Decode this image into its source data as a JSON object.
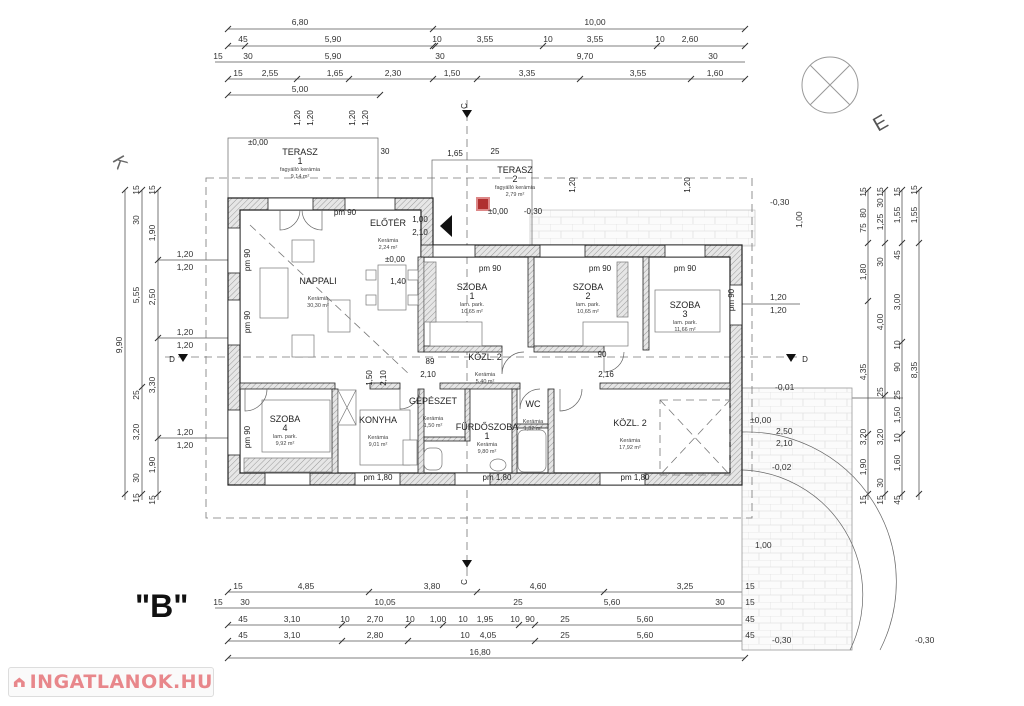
{
  "plan_label": "\"B\"",
  "logo_text": "INGATLANOK.HU",
  "colors": {
    "logo": "#e8878b",
    "chimney": "#b03030"
  },
  "dimensions": {
    "top_row1": [
      "6,80",
      "10,00"
    ],
    "top_row2": [
      "45",
      "5,90",
      "10",
      "3,55",
      "10",
      "3,55",
      "10",
      "2,60"
    ],
    "top_row3": [
      "15",
      "30",
      "5,90",
      "30",
      "9,70",
      "30"
    ],
    "top_row4": [
      "15",
      "2,55",
      "1,65",
      "2,30",
      "1,50",
      "3,35",
      "3,55",
      "1,60"
    ],
    "top_row5": [
      "5,00"
    ],
    "bottom_row1": [
      "15",
      "4,85",
      "3,80",
      "4,60",
      "3,25",
      "15"
    ],
    "bottom_row2": [
      "15",
      "30",
      "10,05",
      "25",
      "5,60",
      "30",
      "15"
    ],
    "bottom_row3": [
      "45",
      "3,10",
      "10",
      "2,70",
      "10",
      "1,00",
      "10",
      "1,95",
      "10",
      "90",
      "25",
      "5,60",
      "45"
    ],
    "bottom_row4": [
      "45",
      "3,10",
      "2,80",
      "10",
      "4,05",
      "25",
      "5,60",
      "45"
    ],
    "bottom_row5": [
      "16,80"
    ],
    "left_col1": [
      "9,90"
    ],
    "left_col2": [
      "15",
      "30",
      "5,55",
      "25",
      "3,20",
      "30",
      "15"
    ],
    "left_col3": [
      "15",
      "1,90",
      "2,50",
      "3,30",
      "1,90",
      "15"
    ],
    "left_windows": [
      "1,20",
      "1,20",
      "1,20",
      "1,20",
      "1,20",
      "1,20"
    ],
    "right_col1": [
      "15",
      "80",
      "75",
      "1,80",
      "4,35",
      "3,20",
      "1,90",
      "15"
    ],
    "right_col2": [
      "15",
      "30",
      "1,25",
      "30",
      "4,00",
      "25",
      "3,20",
      "30",
      "15"
    ],
    "right_col3": [
      "15",
      "1,55",
      "45",
      "3,00",
      "10",
      "90",
      "25",
      "1,50",
      "10",
      "1,60",
      "45"
    ],
    "right_col4": [
      "15",
      "1,55",
      "8,35"
    ],
    "right_misc": [
      "1,20",
      "1,20",
      "-0,30",
      "-0,01",
      "±0,00",
      "2,50",
      "2,10",
      "-0,02",
      "1,00",
      "1,00",
      "-0,30",
      "-0,30"
    ]
  },
  "rooms": [
    {
      "name": "TERASZ",
      "number": "1",
      "floor": "fagyálló kerámia",
      "area": "9,14 m²"
    },
    {
      "name": "TERASZ",
      "number": "2",
      "floor": "fagyálló kerámia",
      "area": "2,79 m²"
    },
    {
      "name": "ELŐTÉR",
      "number": "",
      "floor": "Kerámia",
      "area": "2,24 m²"
    },
    {
      "name": "NAPPALI",
      "number": "",
      "floor": "Kerámia",
      "area": "30,30 m²"
    },
    {
      "name": "SZOBA",
      "number": "1",
      "floor": "lam. park.",
      "area": "10,65 m²"
    },
    {
      "name": "SZOBA",
      "number": "2",
      "floor": "lam. park.",
      "area": "10,65 m²"
    },
    {
      "name": "SZOBA",
      "number": "3",
      "floor": "lam. park.",
      "area": "11,66 m²"
    },
    {
      "name": "KÖZL. 2",
      "number": "",
      "floor": "Kerámia",
      "area": "5,40 m²"
    },
    {
      "name": "SZOBA",
      "number": "4",
      "floor": "lam. park.",
      "area": "9,92 m²"
    },
    {
      "name": "KONYHA",
      "number": "",
      "floor": "Kerámia",
      "area": "9,01 m²"
    },
    {
      "name": "GÉPÉSZET",
      "number": "",
      "floor": "Kerámia",
      "area": "1,50 m²"
    },
    {
      "name": "FÜRDŐSZOBA",
      "number": "1",
      "floor": "Kerámia",
      "area": "9,80 m²"
    },
    {
      "name": "WC",
      "number": "",
      "floor": "Kerámia",
      "area": "1,32 m²"
    },
    {
      "name": "KÖZL. 2",
      "number": "",
      "floor": "Kerámia",
      "area": "17,92 m²"
    }
  ],
  "annotations": [
    "pm 90",
    "pm 90",
    "pm 90",
    "pm 90",
    "pm 90",
    "pm 90",
    "pm 90",
    "pm 90",
    "pm 1,80",
    "pm 1,80",
    "pm 1,80",
    "±0,00",
    "±0,00",
    "±0,00",
    "-0,30",
    "1,00",
    "2,10",
    "1,65",
    "25",
    "30",
    "1,40",
    "89",
    "2,10",
    "2,16",
    "90",
    "1,50",
    "2,10",
    "1,20",
    "1,20",
    "1,20",
    "1,20",
    "1,20",
    "1,20"
  ],
  "section_markers": [
    "C",
    "C",
    "D",
    "D"
  ]
}
